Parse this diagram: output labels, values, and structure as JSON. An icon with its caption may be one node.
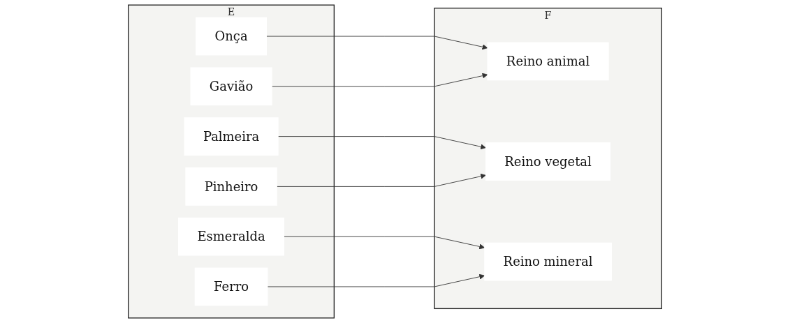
{
  "diagram": {
    "nodes": [
      {
        "text": [
          "E"
        ]
      },
      {
        "text": [
          "Esmeralda"
        ],
        "in": 0
      },
      {
        "text": [
          "Onça"
        ],
        "in": 0
      },
      {
        "text": [
          "Palmeira"
        ],
        "in": 0
      },
      {
        "text": [
          "Gavião"
        ],
        "in": 0
      },
      {
        "text": [
          "Pinheiro"
        ],
        "in": 0
      },
      {
        "text": [
          "Ferro"
        ],
        "in": 0
      },
      {
        "text": [
          "F"
        ]
      },
      {
        "text": [
          "Reino animal"
        ],
        "in": 7
      },
      {
        "text": [
          "Reino vegetal"
        ],
        "in": 7
      },
      {
        "text": [
          "Reino mineral"
        ],
        "in": 7
      }
    ],
    "edges": [
      {
        "from": 1,
        "to": 10,
        "arrow": "to"
      },
      {
        "from": 2,
        "to": 8,
        "arrow": "to"
      },
      {
        "from": 3,
        "to": 9,
        "arrow": "to"
      },
      {
        "from": 4,
        "to": 8,
        "arrow": "to"
      },
      {
        "from": 5,
        "to": 9,
        "arrow": "to"
      },
      {
        "from": 6,
        "to": 10,
        "arrow": "to"
      }
    ]
  }
}
